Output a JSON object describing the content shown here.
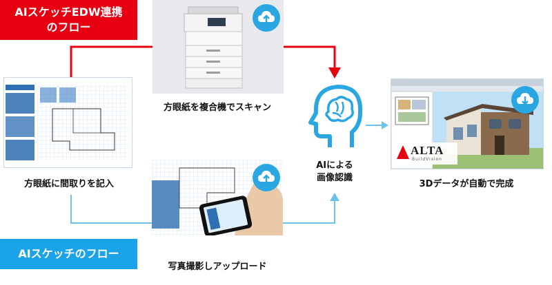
{
  "badges": {
    "edw_flow_line1": "AIスケッチEDW連携",
    "edw_flow_line2": "のフロー",
    "ai_sketch_flow": "AIスケッチのフロー"
  },
  "steps": {
    "draw_on_grid_paper": "方眼紙に間取りを記入",
    "scan_with_mfp": "方眼紙を複合機でスキャン",
    "photo_upload": "写真撮影しアップロード",
    "ai_recognition_line1": "AIによる",
    "ai_recognition_line2": "画像認識",
    "auto_3d_complete": "3Dデータが自動で完成"
  },
  "brand": {
    "logo_text": "ALTA",
    "logo_sub": "BuildVision"
  },
  "colors": {
    "edw_red": "#e60012",
    "ai_blue": "#1aa3e8",
    "connector_blue": "#6cc3ea",
    "head_icon_blue": "#2aa7e2"
  },
  "icons": [
    "upload-cloud-icon",
    "download-cloud-icon",
    "ai-head-brain-icon",
    "arrow-right-icon",
    "arrow-down-icon"
  ]
}
